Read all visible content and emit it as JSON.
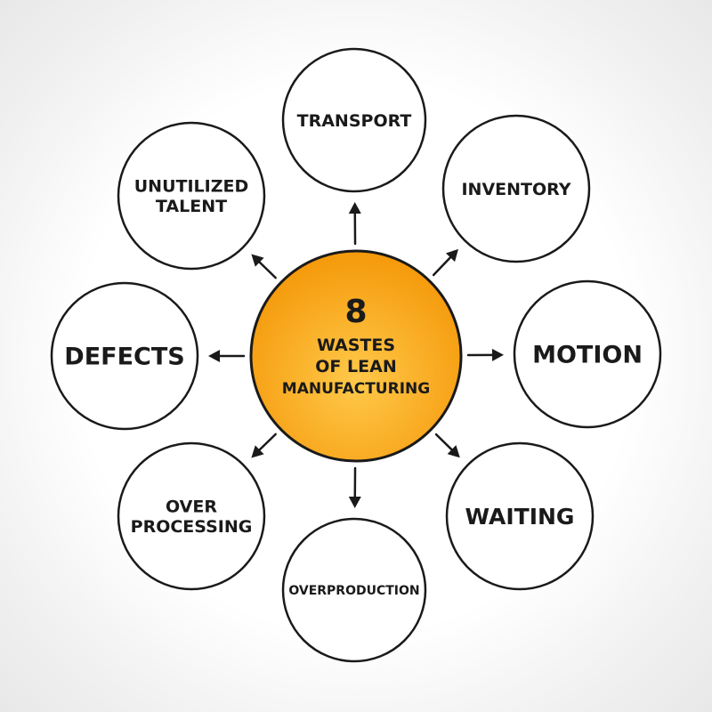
{
  "center": {
    "lines": [
      "8",
      "WASTES",
      "OF LEAN",
      "MANUFACTURING"
    ],
    "fill_color": "#f59a0c",
    "fill_highlight": "#ffc94a"
  },
  "nodes": [
    {
      "id": "transport",
      "lines": [
        "TRANSPORT"
      ]
    },
    {
      "id": "inventory",
      "lines": [
        "INVENTORY"
      ]
    },
    {
      "id": "motion",
      "lines": [
        "MOTION"
      ]
    },
    {
      "id": "waiting",
      "lines": [
        "WAITING"
      ]
    },
    {
      "id": "overproduction",
      "lines": [
        "OVERPRODUCTION"
      ]
    },
    {
      "id": "over-processing",
      "lines": [
        "OVER",
        "PROCESSING"
      ]
    },
    {
      "id": "defects",
      "lines": [
        "DEFECTS"
      ]
    },
    {
      "id": "unutilized-talent",
      "lines": [
        "UNUTILIZED",
        "TALENT"
      ]
    }
  ]
}
